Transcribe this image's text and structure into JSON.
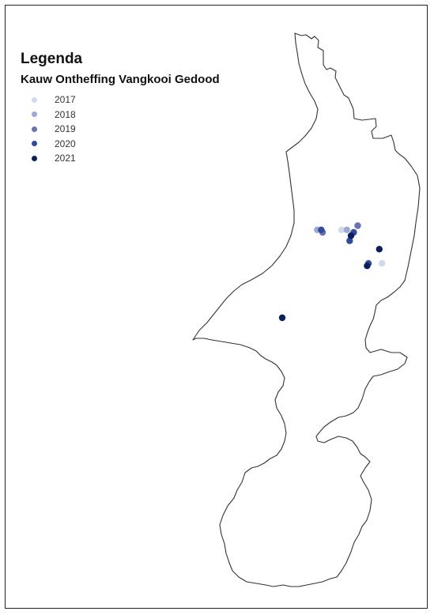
{
  "legend": {
    "title": "Legenda",
    "subtitle": "Kauw Ontheffing Vangkooi Gedood",
    "items": [
      {
        "label": "2017",
        "color": "#cfd9f0"
      },
      {
        "label": "2018",
        "color": "#9ba9d6"
      },
      {
        "label": "2019",
        "color": "#6673b8"
      },
      {
        "label": "2020",
        "color": "#2f4aa0"
      },
      {
        "label": "2021",
        "color": "#0b1f5c"
      }
    ]
  },
  "map": {
    "region": "Limburg",
    "outline_color": "#333333",
    "fill_color": "#ffffff"
  },
  "points": [
    {
      "year": "2017",
      "lon": 5.96,
      "lat": 51.285
    },
    {
      "year": "2017",
      "lon": 6.11,
      "lat": 51.245
    },
    {
      "year": "2018",
      "lon": 5.87,
      "lat": 51.285
    },
    {
      "year": "2018",
      "lon": 5.98,
      "lat": 51.285
    },
    {
      "year": "2019",
      "lon": 5.89,
      "lat": 51.282
    },
    {
      "year": "2019",
      "lon": 6.02,
      "lat": 51.29
    },
    {
      "year": "2020",
      "lon": 5.885,
      "lat": 51.285
    },
    {
      "year": "2020",
      "lon": 5.99,
      "lat": 51.272
    },
    {
      "year": "2020",
      "lon": 6.005,
      "lat": 51.282
    },
    {
      "year": "2020",
      "lon": 6.06,
      "lat": 51.245
    },
    {
      "year": "2021",
      "lon": 5.995,
      "lat": 51.278
    },
    {
      "year": "2021",
      "lon": 6.1,
      "lat": 51.262
    },
    {
      "year": "2021",
      "lon": 6.055,
      "lat": 51.242
    },
    {
      "year": "2021",
      "lon": 5.74,
      "lat": 51.18
    }
  ]
}
